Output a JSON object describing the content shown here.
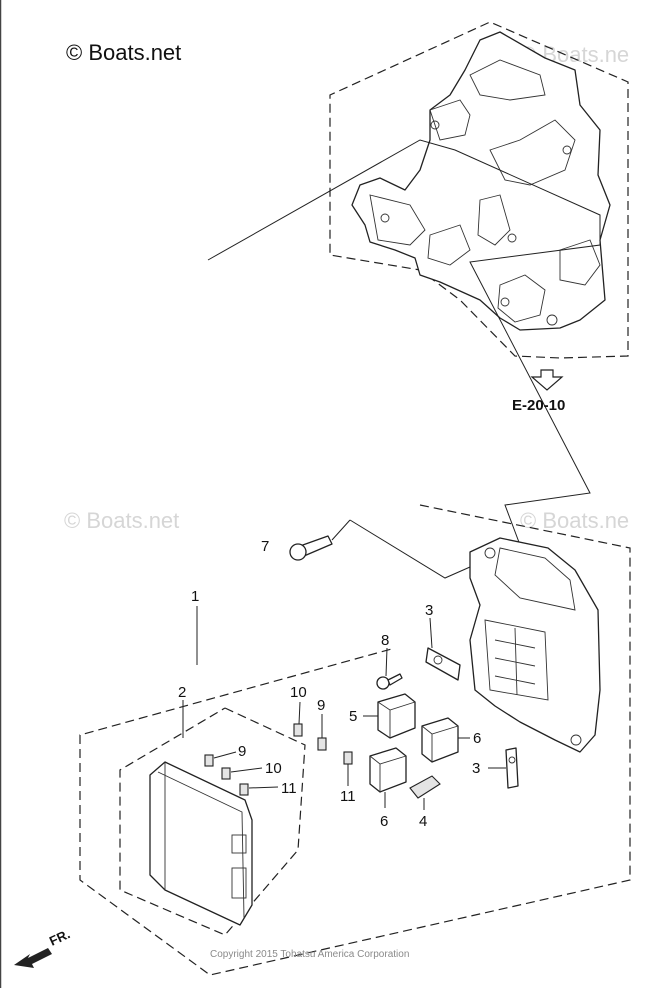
{
  "watermark": {
    "main": "© Boats.net",
    "faint_right_top": "© Boats.ne",
    "faint_mid_left": "© Boats.net",
    "faint_mid_right": "© Boats.ne"
  },
  "reference": {
    "label": "E-20-10"
  },
  "front_marker": {
    "label": "FR."
  },
  "copyright": "Copyright 2015 Tohatsu America Corporation",
  "callouts": {
    "c1": "1",
    "c2": "2",
    "c3a": "3",
    "c3b": "3",
    "c4": "4",
    "c5": "5",
    "c6a": "6",
    "c6b": "6",
    "c7": "7",
    "c8": "8",
    "c9a": "9",
    "c9b": "9",
    "c10a": "10",
    "c10b": "10",
    "c11a": "11",
    "c11b": "11"
  },
  "colors": {
    "line": "#222222",
    "shade": "#e4e4e4"
  }
}
